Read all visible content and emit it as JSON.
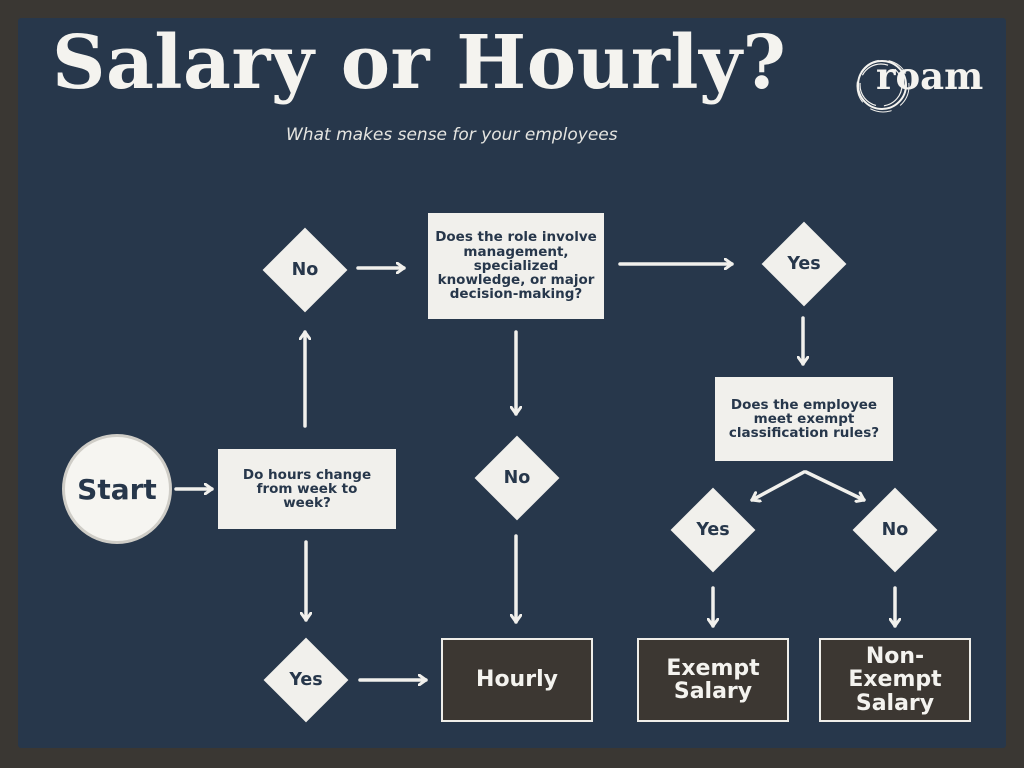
{
  "header": {
    "title": "Salary or Hourly?",
    "subtitle": "What makes sense for your employees",
    "logo_text": "roam"
  },
  "nodes": {
    "start": "Start",
    "q_hours": "Do hours change from week to week?",
    "q_role": "Does the role involve management, specialized knowledge, or major decision-making?",
    "q_exempt": "Does the employee meet exempt classification rules?",
    "d_hours_no": "No",
    "d_hours_yes": "Yes",
    "d_role_no": "No",
    "d_role_yes": "Yes",
    "d_exempt_yes": "Yes",
    "d_exempt_no": "No",
    "r_hourly": "Hourly",
    "r_exempt": "Exempt Salary",
    "r_nonexempt": "Non-Exempt Salary"
  },
  "colors": {
    "frame": "#3a3733",
    "background": "#27374b",
    "node_fill": "#f1f0ec",
    "result_fill": "#3c3732",
    "text_light": "#f4f3ef"
  }
}
